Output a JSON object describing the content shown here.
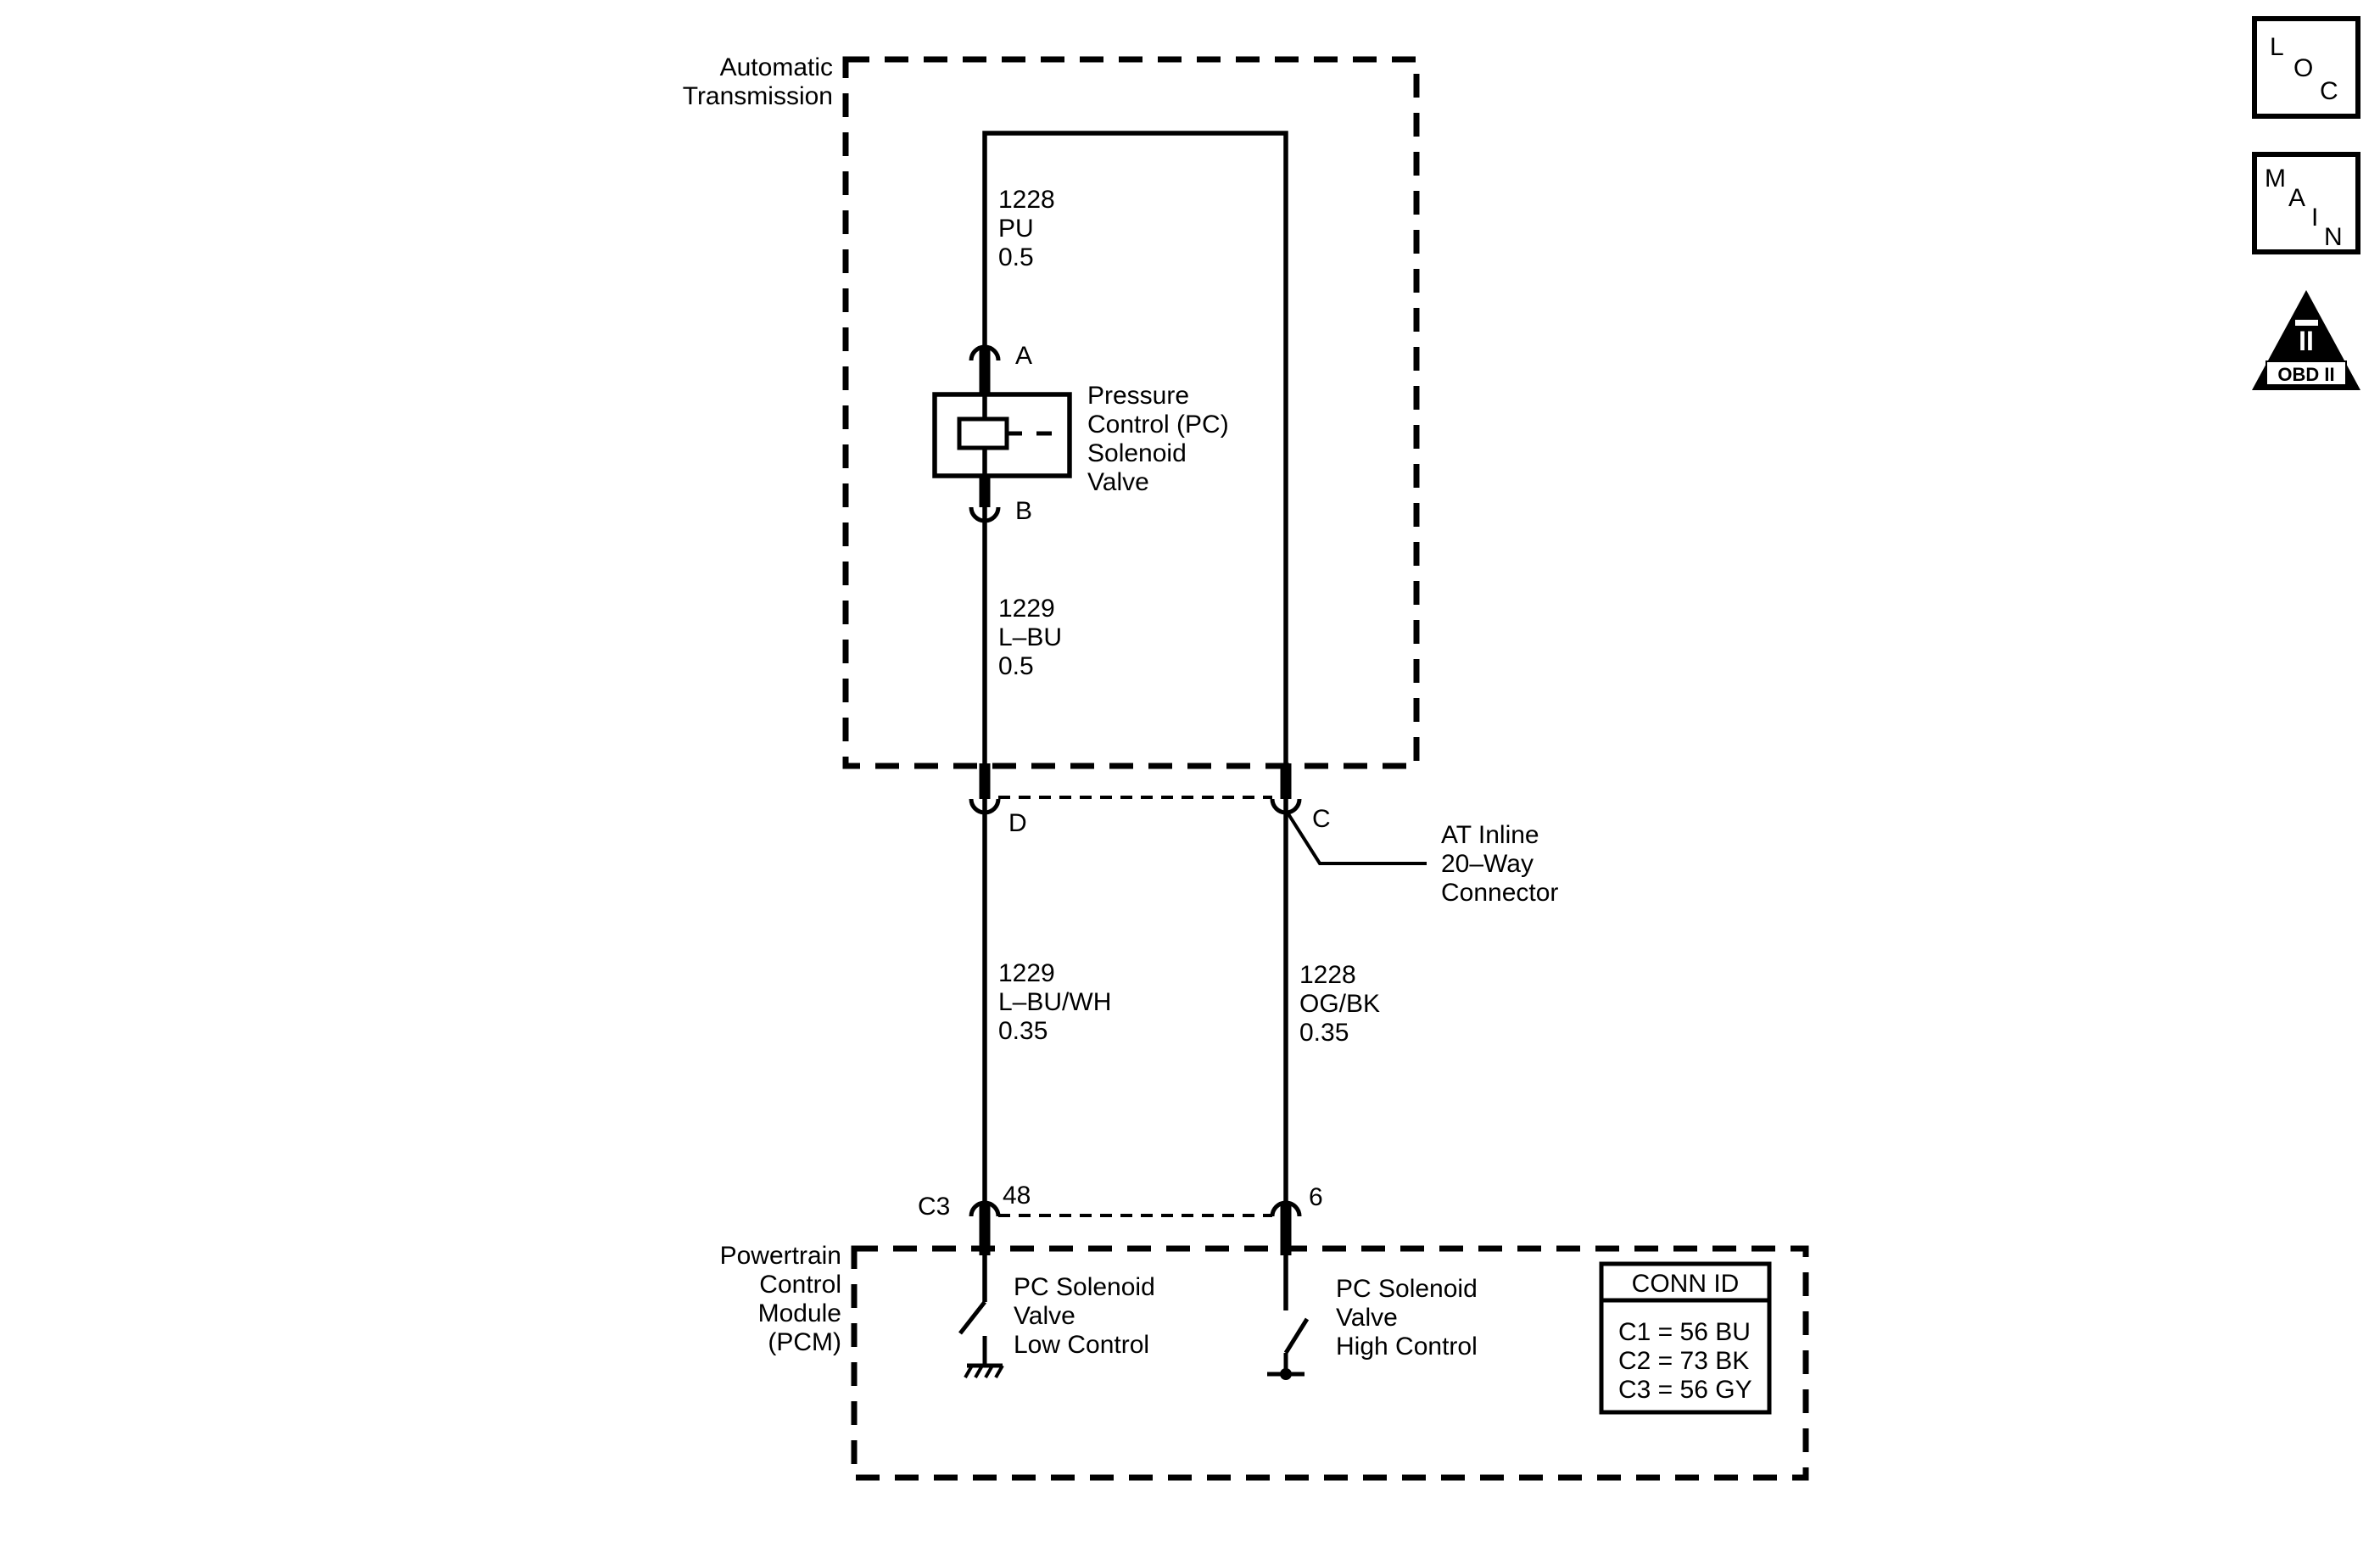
{
  "colors": {
    "ink": "#000000",
    "background": "#ffffff"
  },
  "transmission": {
    "label_line1": "Automatic",
    "label_line2": "Transmission"
  },
  "solenoid": {
    "label_line1": "Pressure",
    "label_line2": "Control (PC)",
    "label_line3": "Solenoid",
    "label_line4": "Valve",
    "terminal_a": "A",
    "terminal_b": "B"
  },
  "wires": {
    "w1228_upper": {
      "circuit": "1228",
      "color": "PU",
      "gauge": "0.5"
    },
    "w1229_upper": {
      "circuit": "1229",
      "color": "L–BU",
      "gauge": "0.5"
    },
    "w1229_lower": {
      "circuit": "1229",
      "color": "L–BU/WH",
      "gauge": "0.35"
    },
    "w1228_lower": {
      "circuit": "1228",
      "color": "OG/BK",
      "gauge": "0.35"
    }
  },
  "inline_connector": {
    "pin_d": "D",
    "pin_c": "C",
    "label_line1": "AT Inline",
    "label_line2": "20–Way",
    "label_line3": "Connector"
  },
  "pcm": {
    "label_line1": "Powertrain",
    "label_line2": "Control",
    "label_line3": "Module",
    "label_line4": "(PCM)",
    "connector": "C3",
    "pin_48": "48",
    "pin_6": "6",
    "low_control": {
      "line1": "PC Solenoid",
      "line2": "Valve",
      "line3": "Low Control"
    },
    "high_control": {
      "line1": "PC Solenoid",
      "line2": "Valve",
      "line3": "High Control"
    },
    "conn_id": {
      "title": "CONN ID",
      "rows": [
        "C1 = 56 BU",
        "C2 = 73 BK",
        "C3 = 56 GY"
      ]
    }
  },
  "nav_icons": {
    "loc": {
      "l1": "L",
      "l2": "O",
      "l3": "C"
    },
    "main": {
      "l1": "M",
      "l2": "A",
      "l3": "I",
      "l4": "N"
    },
    "obd": {
      "numeral": "II",
      "label": "OBD II"
    }
  }
}
